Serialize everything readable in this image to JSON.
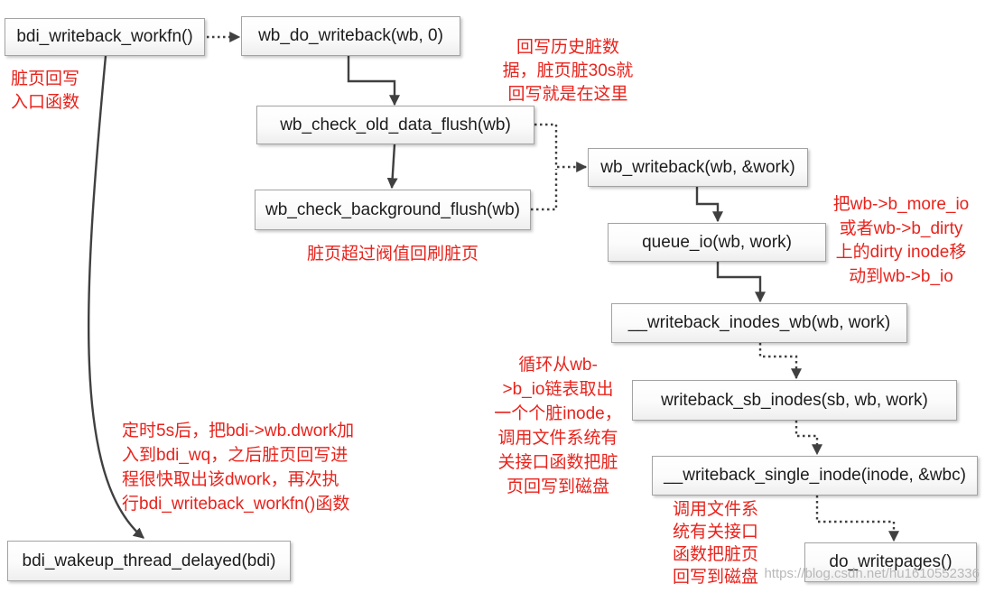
{
  "nodes": {
    "bdi_writeback_workfn": "bdi_writeback_workfn()",
    "wb_do_writeback": "wb_do_writeback(wb, 0)",
    "wb_check_old_data_flush": "wb_check_old_data_flush(wb)",
    "wb_check_background_flush": "wb_check_background_flush(wb)",
    "wb_writeback": "wb_writeback(wb, &work)",
    "queue_io": "queue_io(wb, work)",
    "writeback_inodes_wb": "__writeback_inodes_wb(wb, work)",
    "writeback_sb_inodes": "writeback_sb_inodes(sb, wb, work)",
    "writeback_single_inode": "__writeback_single_inode(inode, &wbc)",
    "do_writepages": "do_writepages()",
    "bdi_wakeup_thread_delayed": "bdi_wakeup_thread_delayed(bdi)"
  },
  "annotations": {
    "entry": [
      "脏页回写",
      "入口函数"
    ],
    "old_data_flush": [
      "回写历史脏数",
      "据，脏页脏30s就",
      "回写就是在这里"
    ],
    "background_flush": [
      "脏页超过阀值回刷脏页"
    ],
    "queue_io": [
      "把wb->b_more_io",
      "或者wb->b_dirty",
      "上的dirty inode移",
      "动到wb->b_io"
    ],
    "sb_inodes": [
      "循环从wb-",
      ">b_io链表取出",
      "一个个脏inode，",
      "调用文件系统有",
      "关接口函数把脏",
      "页回写到磁盘"
    ],
    "wakeup_delayed": [
      "定时5s后，把bdi->wb.dwork加",
      "入到bdi_wq，之后脏页回写进",
      "程很快取出该dwork，再次执",
      "行bdi_writeback_workfn()函数"
    ],
    "writepages": [
      "调用文件系",
      "统有关接口",
      "函数把脏页",
      "回写到磁盘"
    ]
  },
  "watermark": "https://blog.csdn.net/hu1610552336",
  "colors": {
    "annotation_text": "#e8231c",
    "node_border": "#a3a3a3",
    "connector": "#404040",
    "watermark": "#b8b8b8"
  }
}
